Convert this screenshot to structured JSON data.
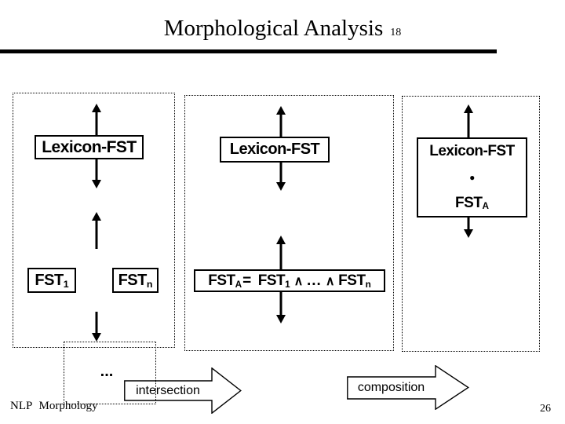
{
  "header": {
    "title": "Morphological Analysis",
    "title_number": "18"
  },
  "panels": {
    "left": {
      "lexicon_label": "Lexicon-FST",
      "fst1": {
        "base": "FST",
        "sub": "1"
      },
      "dots": "...",
      "fstn": {
        "base": "FST",
        "sub": "n"
      }
    },
    "middle": {
      "lexicon_label": "Lexicon-FST",
      "equation": {
        "fst_a": {
          "base": "FST",
          "sub": "A"
        },
        "equals": "=",
        "fst_1": {
          "base": "FST",
          "sub": "1"
        },
        "wedge": "∧",
        "dots": "...",
        "fst_n": {
          "base": "FST",
          "sub": "n"
        }
      }
    },
    "right": {
      "lexicon_label": "Lexicon-FST",
      "bullet": "●",
      "fst_a": {
        "base": "FST",
        "sub": "A"
      }
    }
  },
  "bottom_arrows": {
    "intersection_label": "intersection",
    "composition_label": "composition"
  },
  "footer": {
    "left_text": "NLP Morphology",
    "page_number": "26"
  },
  "colors": {
    "ink": "#000000",
    "background": "#ffffff"
  }
}
